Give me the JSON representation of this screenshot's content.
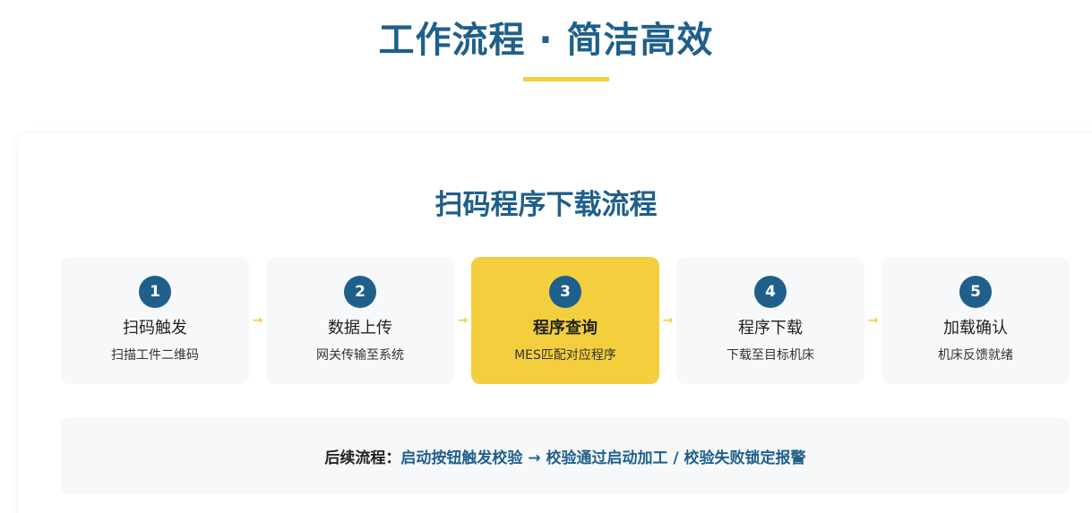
{
  "header": {
    "title": "工作流程 · 简洁高效"
  },
  "card": {
    "title": "扫码程序下载流程",
    "steps": [
      {
        "number": "1",
        "name": "扫码触发",
        "desc": "扫描工件二维码",
        "active": false
      },
      {
        "number": "2",
        "name": "数据上传",
        "desc": "网关传输至系统",
        "active": false
      },
      {
        "number": "3",
        "name": "程序查询",
        "desc": "MES匹配对应程序",
        "active": true
      },
      {
        "number": "4",
        "name": "程序下载",
        "desc": "下载至目标机床",
        "active": false
      },
      {
        "number": "5",
        "name": "加载确认",
        "desc": "机床反馈就绪",
        "active": false
      }
    ],
    "arrow_icon": "→",
    "follow_up": {
      "label": "后续流程：",
      "text": "启动按钮触发校验 → 校验通过启动加工 / 校验失败锁定报警"
    }
  },
  "colors": {
    "primary": "#1f5f8b",
    "accent": "#f3cf3d",
    "step_bg": "#f6f8fa"
  }
}
